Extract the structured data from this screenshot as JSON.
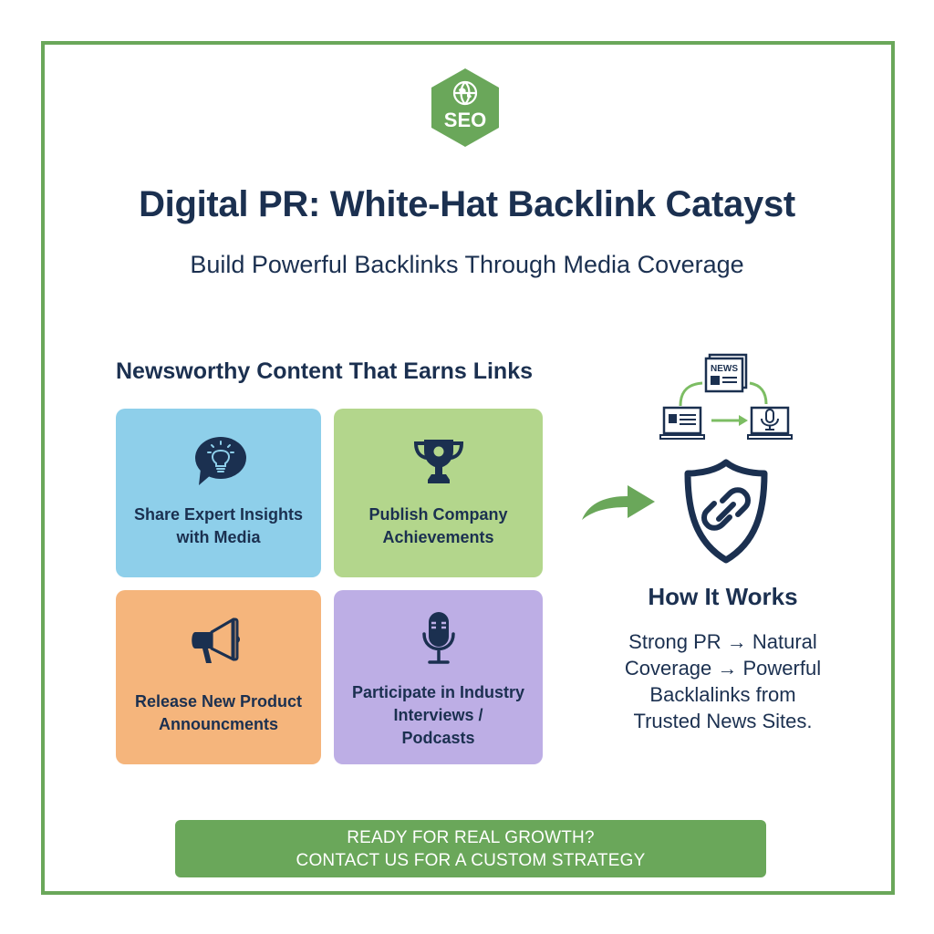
{
  "logo": {
    "text": "SEO",
    "icon": "globe-icon",
    "color": "#6aa75a"
  },
  "header": {
    "title": "Digital PR: White-Hat Backlink Catayst",
    "subtitle": "Build Powerful Backlinks Through Media Coverage"
  },
  "section": {
    "title": "Newsworthy Content That Earns Links",
    "cards": [
      {
        "label_line1": "Share Expert Insights",
        "label_line2": "with Media",
        "icon": "lightbulb-speech-bubble-icon",
        "color": "#8ecfea"
      },
      {
        "label_line1": "Publish Company",
        "label_line2": "Achievements",
        "icon": "trophy-icon",
        "color": "#b3d68c"
      },
      {
        "label_line1": "Release New Product",
        "label_line2": "Announcments",
        "icon": "megaphone-icon",
        "color": "#f5b57c"
      },
      {
        "label_line1": "Participate in Industry",
        "label_line2": "Interviews /",
        "label_line3": "Podcasts",
        "icon": "microphone-icon",
        "color": "#bdaee5"
      }
    ]
  },
  "how_it_works": {
    "network_icon_text": "NEWS",
    "title": "How It Works",
    "lines": [
      "Strong PR → Natural",
      "Coverage → Powerful",
      "Backlalinks from",
      "Trusted News Sites."
    ]
  },
  "cta": {
    "line1": "READY FOR REAL GROWTH?",
    "line2": "CONTACT US FOR A CUSTOM STRATEGY"
  },
  "colors": {
    "accent_green": "#6aa75a",
    "text_navy": "#1b3050"
  }
}
